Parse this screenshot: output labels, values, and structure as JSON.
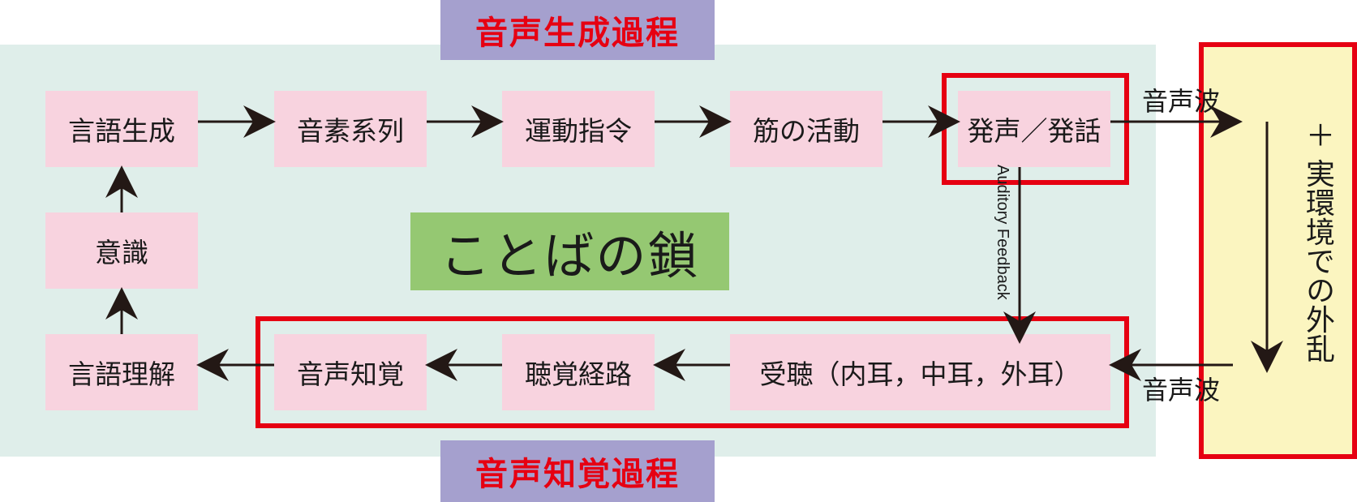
{
  "labels": {
    "production": "音声生成過程",
    "perception": "音声知覚過程",
    "chain": "ことばの鎖"
  },
  "nodes": {
    "language_generation": "言語生成",
    "phoneme_sequence": "音素系列",
    "motor_command": "運動指令",
    "muscle_activity": "筋の活動",
    "vocalization": "発声／発話",
    "consciousness": "意識",
    "language_understanding": "言語理解",
    "speech_perception": "音声知覚",
    "auditory_pathway": "聴覚経路",
    "hearing": "受聴（内耳，中耳，外耳）"
  },
  "edges": {
    "sound_wave_out": "音声波",
    "sound_wave_in": "音声波",
    "feedback": "Auditory Feedback",
    "environment": "＋ 実環境での外乱"
  },
  "colors": {
    "red": "#e60012",
    "pink_box": "#f8d3df",
    "panel": "#dfeeea",
    "label_bg": "#a5a0ce",
    "chain_bg": "#95c872",
    "env_bg": "#fbf5c0"
  }
}
